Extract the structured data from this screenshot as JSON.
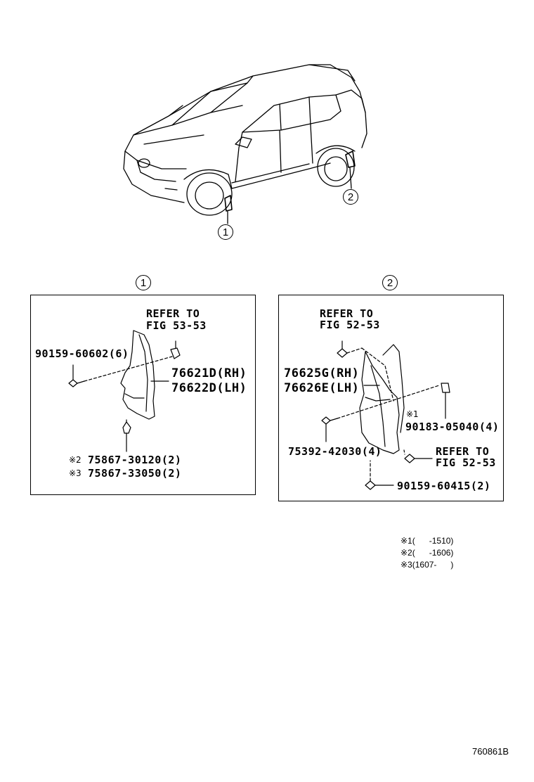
{
  "callouts": {
    "front": "1",
    "rear": "2"
  },
  "panel1": {
    "refer_line1": "REFER TO",
    "refer_line2": "FIG 53-53",
    "screw": "90159-60602(6)",
    "mudguard_rh": "76621D(RH)",
    "mudguard_lh": "76622D(LH)",
    "clip_a_mark": "※2",
    "clip_a": "75867-30120(2)",
    "clip_b_mark": "※3",
    "clip_b": "75867-33050(2)"
  },
  "panel2": {
    "refer_top_line1": "REFER TO",
    "refer_top_line2": "FIG 52-53",
    "mudguard_rh": "76625G(RH)",
    "mudguard_lh": "76626E(LH)",
    "nut_mark": "※1",
    "nut": "90183-05040(4)",
    "screw_left": "75392-42030(4)",
    "refer_bottom_line1": "REFER TO",
    "refer_bottom_line2": "FIG 52-53",
    "screw_bottom": "90159-60415(2)"
  },
  "notes": [
    {
      "mark": "※1",
      "range": "(      -1510)"
    },
    {
      "mark": "※2",
      "range": "(      -1606)"
    },
    {
      "mark": "※3",
      "range": "(1607-      )"
    }
  ],
  "figure_id": "760861B"
}
